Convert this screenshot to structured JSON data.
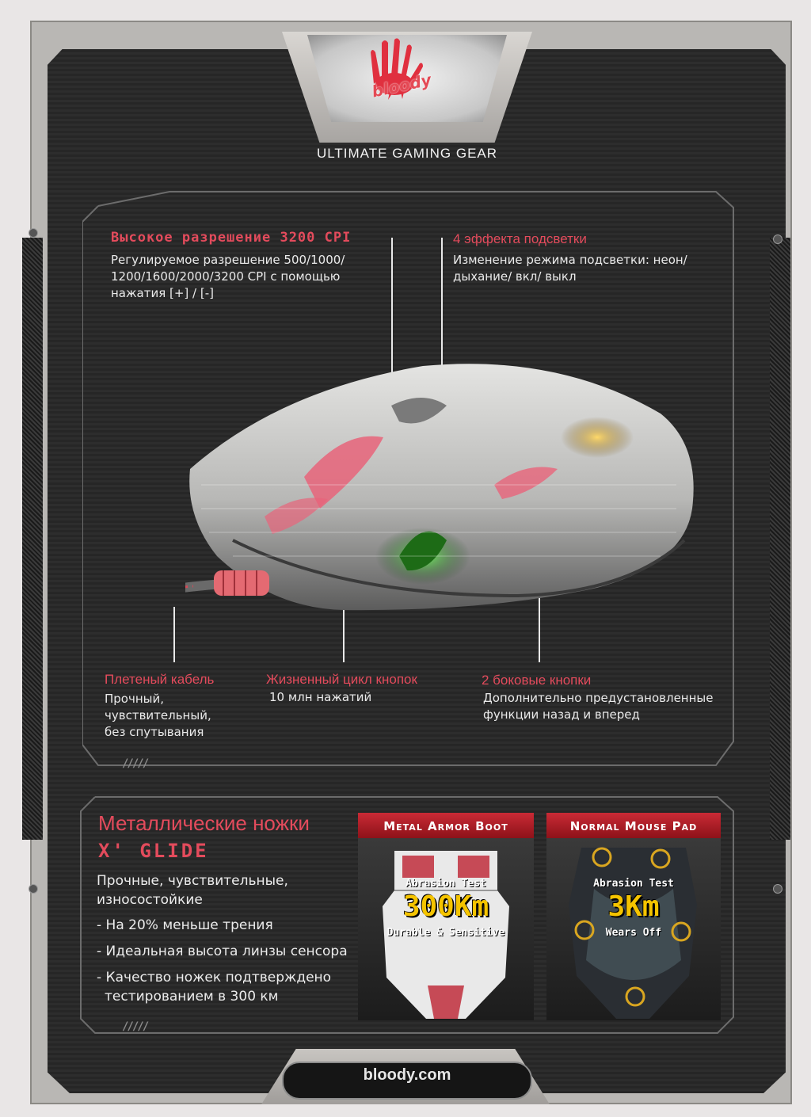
{
  "brand": {
    "logo_text": "bloody",
    "tagline": "ULTIMATE GAMING GEAR",
    "url": "bloody.com"
  },
  "features": {
    "resolution": {
      "title": "Высокое разрешение 3200 CPI",
      "body": "Регулируемое разрешение 500/1000/ 1200/1600/2000/3200 CPI с помощью нажатия  [+] / [-]"
    },
    "lighting": {
      "title": "4 эффекта подсветки",
      "body": "Изменение режима подсветки: неон/ дыхание/ вкл/ выкл"
    },
    "cable": {
      "title": "Плетеный кабель",
      "body": "Прочный, чувствительный, без спутывания"
    },
    "lifecycle": {
      "title": "Жизненный цикл кнопок",
      "body": "10 млн нажатий"
    },
    "side_buttons": {
      "title": "2 боковые кнопки",
      "body": "Дополнительно предустановленные функции назад и вперед"
    }
  },
  "feet": {
    "title": "Металлические ножки",
    "subtitle": "X' GLIDE",
    "body": "Прочные, чувствительные, износостойкие",
    "bullets": [
      "- На 20% меньше трения",
      "- Идеальная высота линзы сенсора",
      "- Качество ножек подтверждено тестированием в 300 км"
    ]
  },
  "comparison": {
    "metal": {
      "header": "Metal Armor Boot",
      "test_label": "Abrasion Test",
      "value": "300Km",
      "caption": "Durable & Sensitive"
    },
    "normal": {
      "header": "Normal Mouse Pad",
      "test_label": "Abrasion Test",
      "value": "3Km",
      "caption": "Wears Off"
    }
  },
  "colors": {
    "accent_red": "#e34b5c",
    "card_red": "#c92a35",
    "stat_yellow": "#f5c400",
    "panel_dark": "#262626"
  }
}
